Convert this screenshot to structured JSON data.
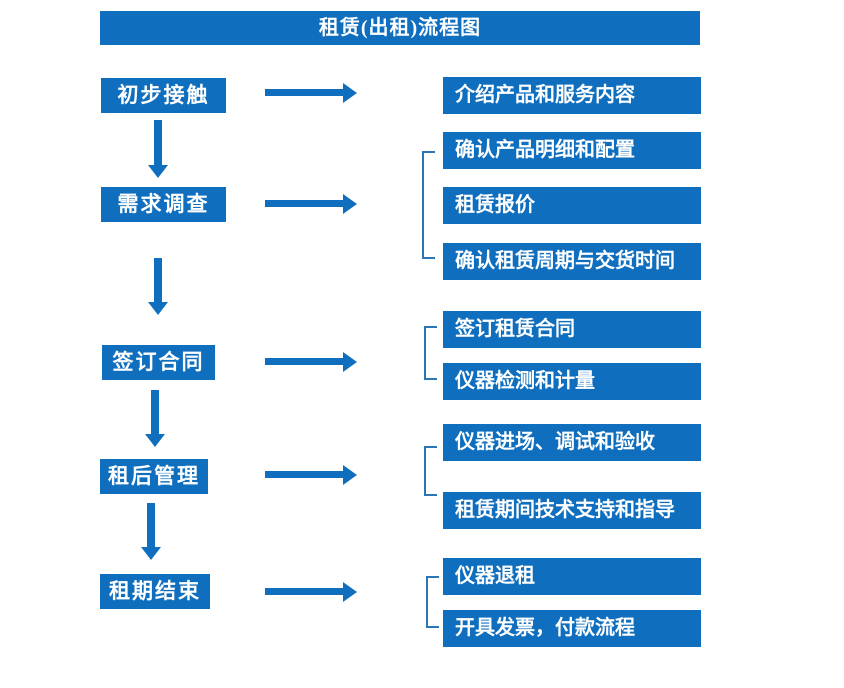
{
  "title": "租赁(出租)流程图",
  "colors": {
    "primary": "#0F6FBE",
    "bracket": "#2E75B5",
    "text_on_primary": "#FFFFFF",
    "background": "#FFFFFF"
  },
  "steps": [
    {
      "label": "初步接触",
      "details": [
        "介绍产品和服务内容"
      ]
    },
    {
      "label": "需求调查",
      "details": [
        "确认产品明细和配置",
        "租赁报价",
        "确认租赁周期与交货时间"
      ]
    },
    {
      "label": "签订合同",
      "details": [
        "签订租赁合同",
        "仪器检测和计量"
      ]
    },
    {
      "label": "租后管理",
      "details": [
        "仪器进场、调试和验收",
        "租赁期间技术支持和指导"
      ]
    },
    {
      "label": "租期结束",
      "details": [
        "仪器退租",
        "开具发票，付款流程"
      ]
    }
  ]
}
